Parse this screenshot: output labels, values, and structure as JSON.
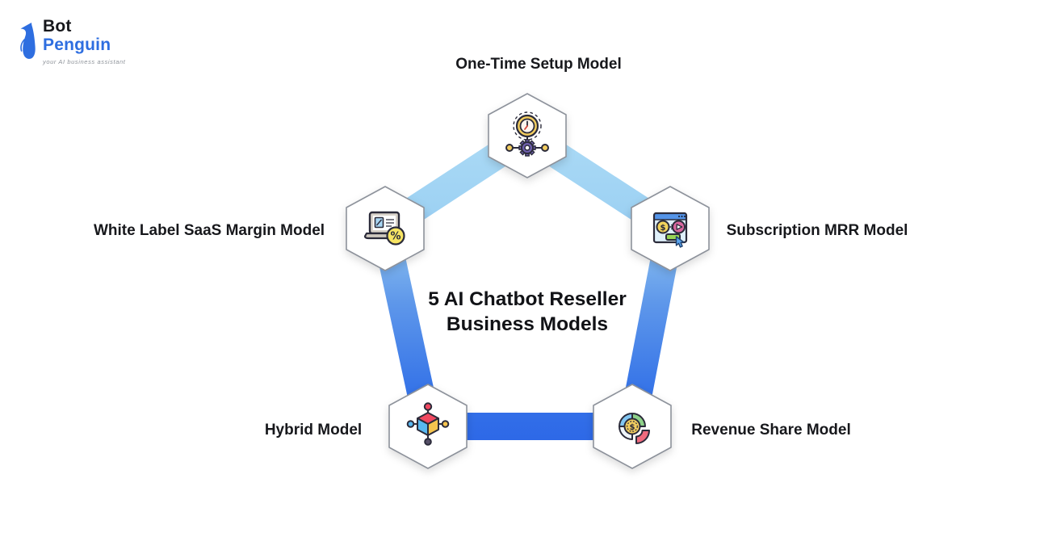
{
  "logo": {
    "brand_line1": "Bot",
    "brand_line2": "Penguin",
    "tagline": "your AI business assistant",
    "brand_color": "#2e6ee0",
    "text_color": "#17181c",
    "icon": "penguin-icon"
  },
  "diagram": {
    "title": "5 AI Chatbot Reseller Business Models",
    "shape": "pentagon",
    "band_gradient": {
      "top": "#b2def7",
      "mid": "#5e97ea",
      "bottom": "#2b65e7"
    },
    "hexagon_fill": "#ffffff",
    "hexagon_border": "#8d929b",
    "label_color": "#17181c",
    "nodes": [
      {
        "id": "one-time-setup",
        "label": "One-Time Setup Model",
        "icon": "clock-gear-network-icon",
        "position": "top"
      },
      {
        "id": "subscription-mrr",
        "label": "Subscription MRR Model",
        "icon": "browser-subscription-icon",
        "position": "right"
      },
      {
        "id": "revenue-share",
        "label": "Revenue Share Model",
        "icon": "donut-chart-coin-icon",
        "position": "bottom-right"
      },
      {
        "id": "hybrid",
        "label": "Hybrid Model",
        "icon": "cube-network-icon",
        "position": "bottom-left"
      },
      {
        "id": "white-label-saas",
        "label": "White Label SaaS Margin Model",
        "icon": "laptop-percent-icon",
        "position": "left"
      }
    ]
  }
}
